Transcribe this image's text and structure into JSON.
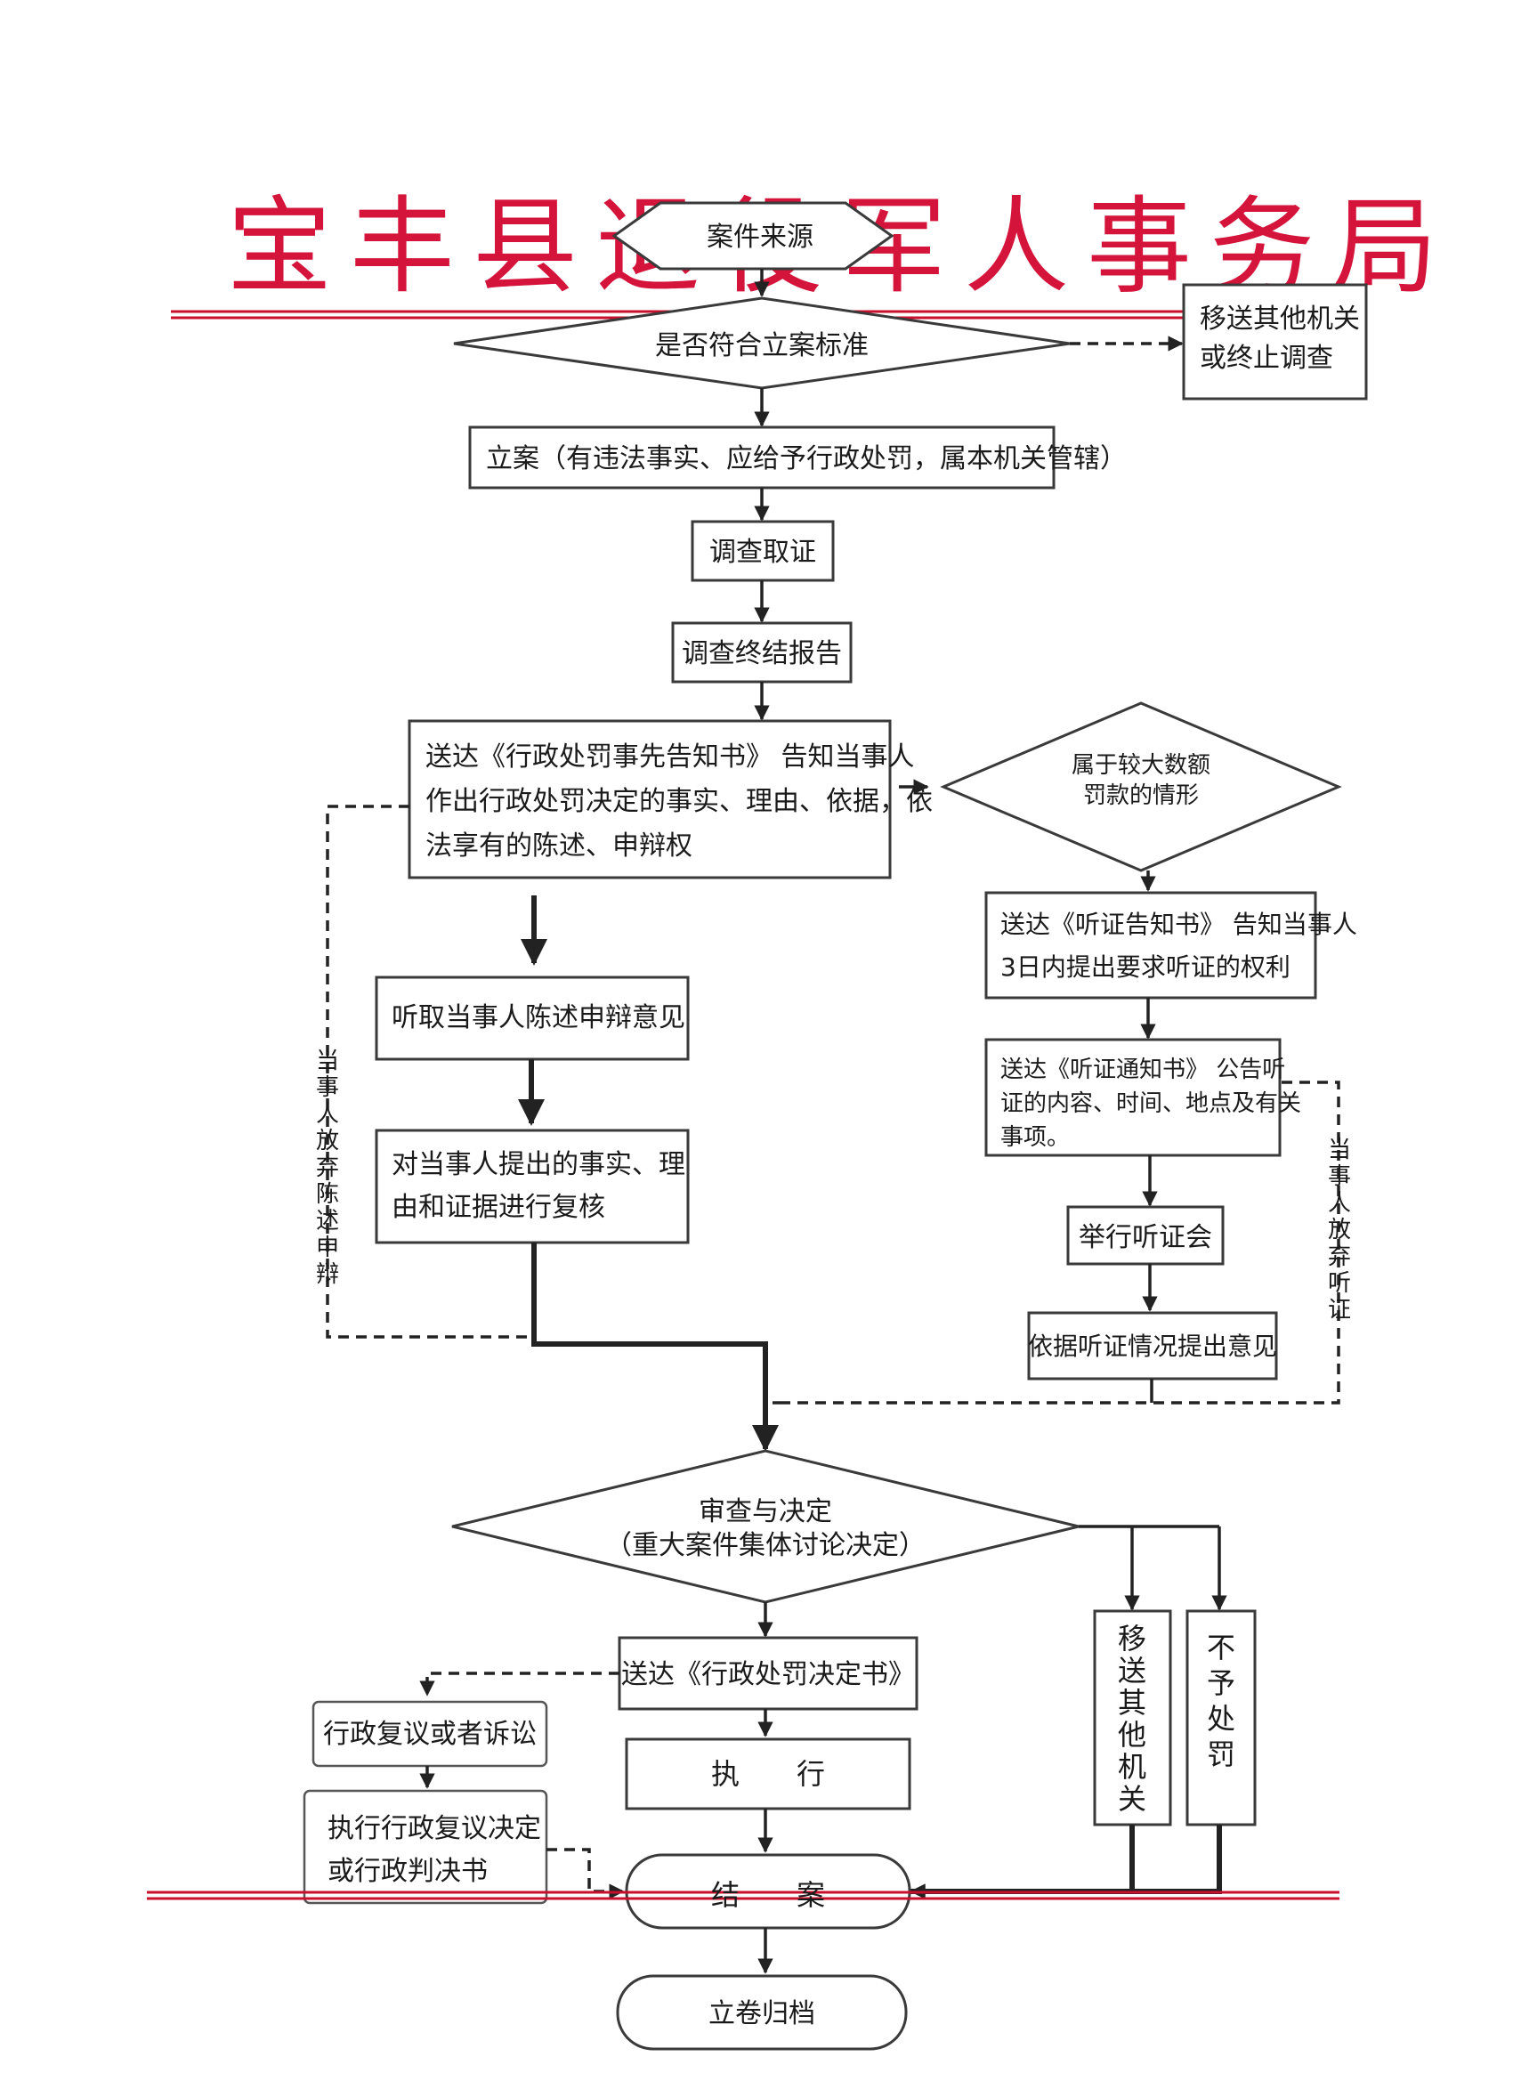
{
  "header": {
    "title": "宝丰县退役军人事务局",
    "color": "#d4143a"
  },
  "flow": {
    "source": "案件来源",
    "check_standard": "是否符合立案标准",
    "transfer_or_stop_line1": "移送其他机关",
    "transfer_or_stop_line2": "或终止调查",
    "register": "立案（有违法事实、应给予行政处罚，属本机关管辖）",
    "investigate": "调查取证",
    "final_report": "调查终结报告",
    "notice_line1": "送达《行政处罚事先告知书》 告知当事人",
    "notice_line2": "作出行政处罚决定的事实、理由、依据，依",
    "notice_line3": "法享有的陈述、申辩权",
    "large_fine_line1": "属于较大数额",
    "large_fine_line2": "罚款的情形",
    "hearing_notice_line1": "送达《听证告知书》 告知当事人",
    "hearing_notice_line2": "3日内提出要求听证的权利",
    "hearing_announce_line1": "送达《听证通知书》 公告听",
    "hearing_announce_line2": "证的内容、时间、地点及有关",
    "hearing_announce_line3": "事项。",
    "hold_hearing": "举行听证会",
    "hearing_opinion": "依据听证情况提出意见",
    "listen_defense": "听取当事人陈述申辩意见",
    "review_facts_line1": "对当事人提出的事实、理",
    "review_facts_line2": "由和证据进行复核",
    "waive_defense": "当事人放弃陈述申辩",
    "waive_hearing": "当事人放弃听证",
    "decision_line1": "审查与决定",
    "decision_line2": "（重大案件集体讨论决定）",
    "deliver_decision": "送达《行政处罚决定书》",
    "reconsider": "行政复议或者诉讼",
    "execute_reconsider_line1": "执行行政复议决定",
    "execute_reconsider_line2": "或行政判决书",
    "execute": "执　　行",
    "transfer_other": "移送其他机关",
    "no_penalty": "不予处罚",
    "close_case": "结　　案",
    "archive": "立卷归档"
  }
}
